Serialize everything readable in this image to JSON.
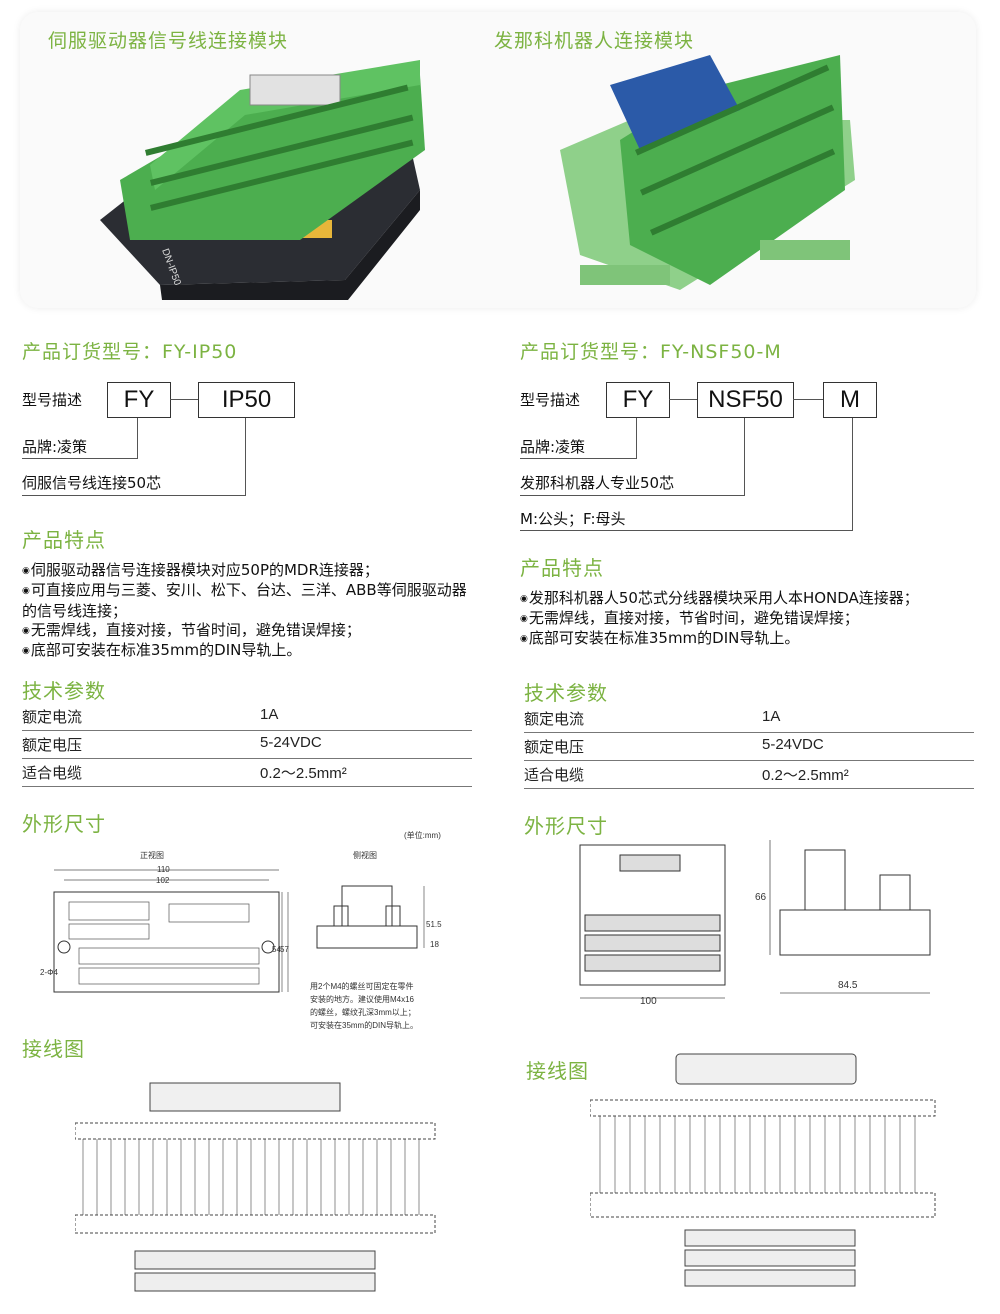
{
  "left": {
    "photo_title": "伺服驱动器信号线连接模块",
    "model_title": "产品订货型号：FY-IP50",
    "model_desc_label": "型号描述",
    "code_boxes": [
      "FY",
      "IP50"
    ],
    "brand_label": "品牌:凌策",
    "second_label": "伺服信号线连接50芯",
    "features_title": "产品特点",
    "features": [
      "伺服驱动器信号连接器模块对应50P的MDR连接器；",
      "可直接应用与三菱、安川、松下、台达、三洋、ABB等伺服驱动器的信号线连接；",
      "无需焊线，直接对接，节省时间，避免错误焊接；",
      "底部可安装在标准35mm的DIN导轨上。"
    ],
    "specs_title": "技术参数",
    "specs": [
      {
        "k": "额定电流",
        "v": "1A"
      },
      {
        "k": "额定电压",
        "v": "5-24VDC"
      },
      {
        "k": "适合电缆",
        "v": "0.2～2.5mm²"
      }
    ],
    "dims_title": "外形尺寸",
    "dims_unit": "(单位:mm)",
    "dims_front_label": "正视图",
    "dims_side_label": "侧视图",
    "dims_110": "110",
    "dims_102": "102",
    "dims_54": "54",
    "dims_57": "57",
    "dims_18": "18",
    "dims_hole": "2-Φ4",
    "dims_side_h": "51.5",
    "dims_notes": [
      "用2个M4的螺丝可固定在零件",
      "安装的地方。建议使用M4x16",
      "的螺丝，螺纹孔深3mm以上；",
      "可安装在35mm的DIN导轨上。"
    ],
    "wiring_title": "接线图"
  },
  "right": {
    "photo_title": "发那科机器人连接模块",
    "model_title": "产品订货型号：FY-NSF50-M",
    "model_desc_label": "型号描述",
    "code_boxes": [
      "FY",
      "NSF50",
      "M"
    ],
    "brand_label": "品牌:凌策",
    "second_label": "发那科机器人专业50芯",
    "third_label": "M:公头；F:母头",
    "features_title": "产品特点",
    "features": [
      "发那科机器人50芯式分线器模块采用人本HONDA连接器；",
      "无需焊线，直接对接，节省时间，避免错误焊接；",
      "底部可安装在标准35mm的DIN导轨上。"
    ],
    "specs_title": "技术参数",
    "specs": [
      {
        "k": "额定电流",
        "v": "1A"
      },
      {
        "k": "额定电压",
        "v": "5-24VDC"
      },
      {
        "k": "适合电缆",
        "v": "0.2～2.5mm²"
      }
    ],
    "dims_title": "外形尺寸",
    "dims_100": "100",
    "dims_845": "84.5",
    "dims_66": "66",
    "wiring_title": "接线图"
  },
  "colors": {
    "accent": "#7cb342",
    "terminal_green": "#3bb54a",
    "connector_blue": "#2b5aa8"
  },
  "icons": [
    "bullet-dot-icon"
  ]
}
